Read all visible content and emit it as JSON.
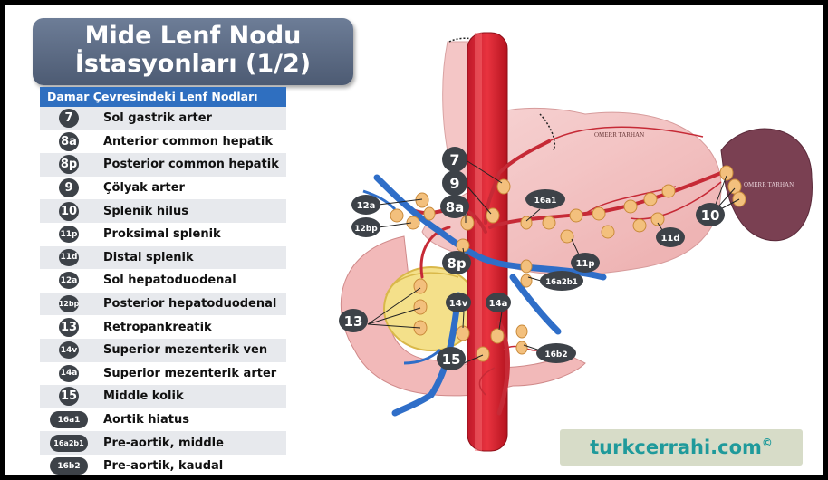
{
  "title": {
    "line1": "Mide Lenf Nodu",
    "line2": "İstasyonları (1/2)"
  },
  "table": {
    "header": "Damar Çevresindeki Lenf Nodları",
    "rows": [
      {
        "badge": "7",
        "label": "Sol gastrik arter"
      },
      {
        "badge": "8a",
        "label": "Anterior common hepatik"
      },
      {
        "badge": "8p",
        "label": "Posterior common hepatik"
      },
      {
        "badge": "9",
        "label": "Çölyak arter"
      },
      {
        "badge": "10",
        "label": "Splenik hilus"
      },
      {
        "badge": "11p",
        "label": "Proksimal splenik"
      },
      {
        "badge": "11d",
        "label": "Distal splenik"
      },
      {
        "badge": "12a",
        "label": "Sol hepatoduodenal"
      },
      {
        "badge": "12bp",
        "label": "Posterior hepatoduodenal"
      },
      {
        "badge": "13",
        "label": "Retropankreatik"
      },
      {
        "badge": "14v",
        "label": "Superior mezenterik ven"
      },
      {
        "badge": "14a",
        "label": "Superior mezenterik arter"
      },
      {
        "badge": "15",
        "label": "Middle kolik"
      },
      {
        "badge": "16a1",
        "label": "Aortik hiatus"
      },
      {
        "badge": "16a2b1",
        "label": "Pre-aortik, middle"
      },
      {
        "badge": "16b2",
        "label": "Pre-aortik, kaudal"
      }
    ]
  },
  "diagram": {
    "labels": {
      "n7": "7",
      "n9": "9",
      "n8a": "8a",
      "n8p": "8p",
      "n10": "10",
      "n12a": "12a",
      "n12bp": "12bp",
      "n13": "13",
      "n14v": "14v",
      "n14a": "14a",
      "n15": "15",
      "n16a1": "16a1",
      "n16a2b1": "16a2b1",
      "n16b2": "16b2",
      "n11p": "11p",
      "n11d": "11d"
    },
    "watermark": "OMERR TARHAN"
  },
  "brand": {
    "text": "turkcerrahi.com",
    "mark": "©"
  }
}
